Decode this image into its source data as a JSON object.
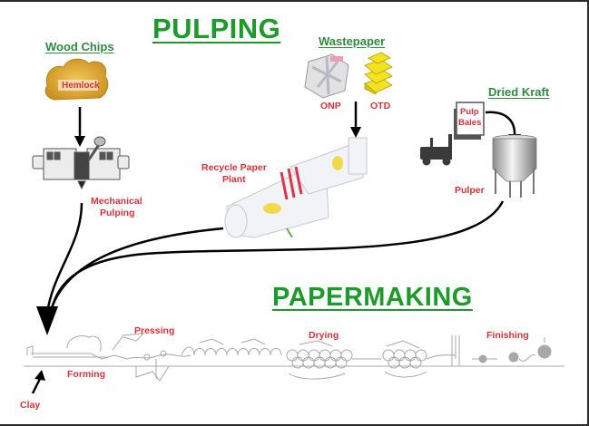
{
  "titles": {
    "pulping": "PULPING",
    "papermaking": "PAPERMAKING"
  },
  "sources": {
    "wood_chips": {
      "title": "Wood Chips",
      "tag": "Hemlock"
    },
    "wastepaper": {
      "title": "Wastepaper",
      "onp": "ONP",
      "otd": "OTD"
    },
    "dried_kraft": {
      "title": "Dried Kraft",
      "bales": [
        "Pulp",
        "Bales"
      ]
    }
  },
  "processes": {
    "mechanical_pulping": [
      "Mechanical",
      "Pulping"
    ],
    "recycle_plant": [
      "Recycle Paper",
      "Plant"
    ],
    "pulper": "Pulper"
  },
  "machine_sections": {
    "forming": "Forming",
    "pressing": "Pressing",
    "drying": "Drying",
    "finishing": "Finishing",
    "clay": "Clay"
  },
  "colors": {
    "title_green": "#1c9a2a",
    "label_red": "#d8323a",
    "arrow": "#000000",
    "machine_line": "#a8a8a8"
  }
}
